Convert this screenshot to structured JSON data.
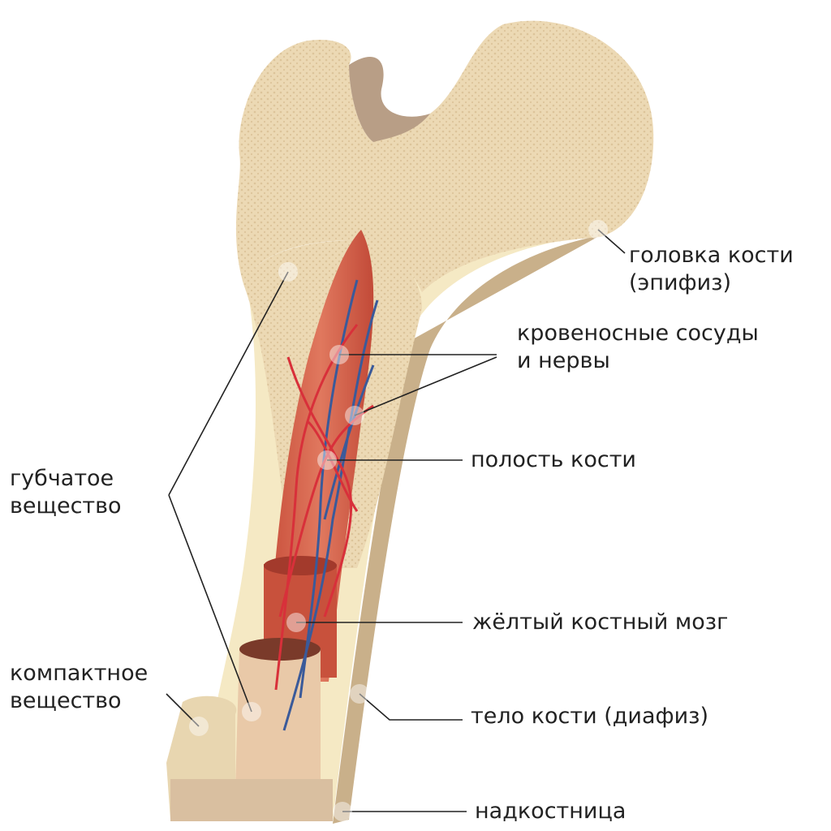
{
  "labels": {
    "head": [
      "головка кости",
      "(эпифиз)"
    ],
    "vessels": [
      "кровеносные сосуды",
      "и нервы"
    ],
    "cavity": "полость кости",
    "spongy": [
      "губчатое",
      "вещество"
    ],
    "marrow": "жёлтый костный мозг",
    "compact": [
      "компактное",
      "вещество"
    ],
    "diaphysis": "тело кости (диафиз)",
    "periosteum": "надкостница"
  },
  "colors": {
    "bone": "#ecd9b4",
    "compact": "#f5e9c4",
    "marrow": "#d9684f",
    "artery": "#d8303a",
    "vein": "#3a5a9a"
  }
}
